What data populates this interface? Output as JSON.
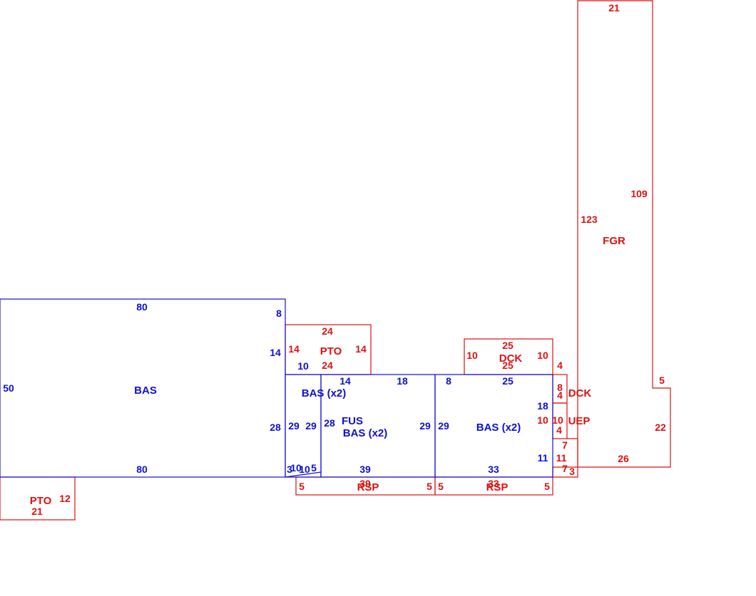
{
  "colors": {
    "living": "#1010cc",
    "other": "#dd1111",
    "background": "#ffffff"
  },
  "areas": [
    {
      "code": "BAS",
      "color": "living"
    },
    {
      "code": "PTO",
      "color": "other"
    },
    {
      "code": "BAS (x2)",
      "color": "living"
    },
    {
      "code": "FUS",
      "color": "living"
    },
    {
      "code": "BAS (x2)",
      "color": "living"
    },
    {
      "code": "BAS (x2)",
      "color": "living"
    },
    {
      "code": "DCK",
      "color": "other"
    },
    {
      "code": "DCK",
      "color": "other"
    },
    {
      "code": "UEP",
      "color": "other"
    },
    {
      "code": "FGR",
      "color": "other"
    },
    {
      "code": "PTO",
      "color": "other"
    },
    {
      "code": "RSP",
      "color": "other"
    },
    {
      "code": "RSP",
      "color": "other"
    }
  ],
  "dimensions": [
    {
      "text": "80",
      "color": "living"
    },
    {
      "text": "8",
      "color": "living"
    },
    {
      "text": "14",
      "color": "living"
    },
    {
      "text": "50",
      "color": "living"
    },
    {
      "text": "28",
      "color": "living"
    },
    {
      "text": "80",
      "color": "living"
    },
    {
      "text": "10",
      "color": "living"
    },
    {
      "text": "29",
      "color": "living"
    },
    {
      "text": "29",
      "color": "living"
    },
    {
      "text": "28",
      "color": "living"
    },
    {
      "text": "14",
      "color": "living"
    },
    {
      "text": "18",
      "color": "living"
    },
    {
      "text": "29",
      "color": "living"
    },
    {
      "text": "39",
      "color": "living"
    },
    {
      "text": "10",
      "color": "living"
    },
    {
      "text": "10",
      "color": "living"
    },
    {
      "text": "5",
      "color": "living"
    },
    {
      "text": "3",
      "color": "living"
    },
    {
      "text": "8",
      "color": "living"
    },
    {
      "text": "25",
      "color": "living"
    },
    {
      "text": "29",
      "color": "living"
    },
    {
      "text": "18",
      "color": "living"
    },
    {
      "text": "11",
      "color": "living"
    },
    {
      "text": "33",
      "color": "living"
    },
    {
      "text": "24",
      "color": "other"
    },
    {
      "text": "14",
      "color": "other"
    },
    {
      "text": "14",
      "color": "other"
    },
    {
      "text": "24",
      "color": "other"
    },
    {
      "text": "25",
      "color": "other"
    },
    {
      "text": "10",
      "color": "other"
    },
    {
      "text": "10",
      "color": "other"
    },
    {
      "text": "25",
      "color": "other"
    },
    {
      "text": "4",
      "color": "other"
    },
    {
      "text": "8",
      "color": "other"
    },
    {
      "text": "4",
      "color": "other"
    },
    {
      "text": "10",
      "color": "other"
    },
    {
      "text": "10",
      "color": "other"
    },
    {
      "text": "4",
      "color": "other"
    },
    {
      "text": "7",
      "color": "other"
    },
    {
      "text": "11",
      "color": "other"
    },
    {
      "text": "7",
      "color": "other"
    },
    {
      "text": "3",
      "color": "other"
    },
    {
      "text": "21",
      "color": "other"
    },
    {
      "text": "109",
      "color": "other"
    },
    {
      "text": "123",
      "color": "other"
    },
    {
      "text": "5",
      "color": "other"
    },
    {
      "text": "22",
      "color": "other"
    },
    {
      "text": "26",
      "color": "other"
    },
    {
      "text": "12",
      "color": "other"
    },
    {
      "text": "21",
      "color": "other"
    },
    {
      "text": "5",
      "color": "other"
    },
    {
      "text": "39",
      "color": "other"
    },
    {
      "text": "5",
      "color": "other"
    },
    {
      "text": "5",
      "color": "other"
    },
    {
      "text": "33",
      "color": "other"
    },
    {
      "text": "5",
      "color": "other"
    }
  ]
}
